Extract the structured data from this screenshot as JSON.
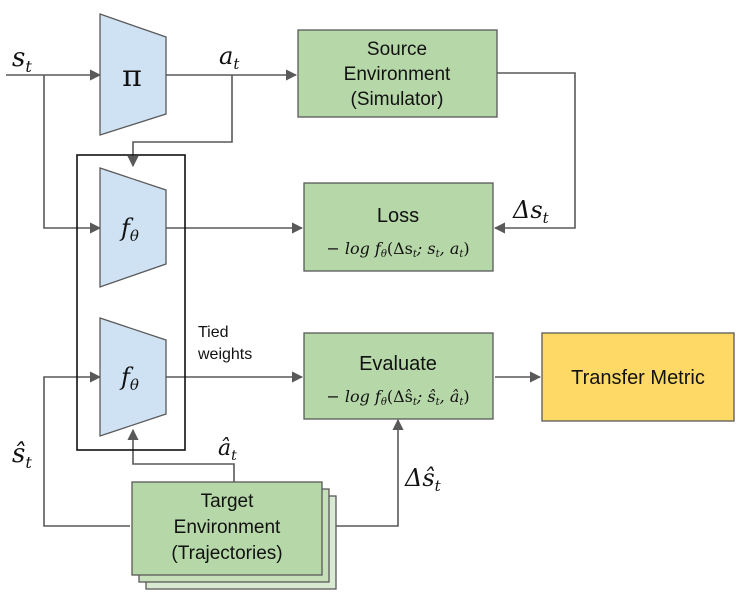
{
  "nodes": {
    "policy": {
      "label": "π"
    },
    "source_env": {
      "lines": [
        "Source",
        "Environment",
        "(Simulator)"
      ]
    },
    "f_theta_top": {
      "label": "f",
      "subscript": "θ"
    },
    "f_theta_bottom": {
      "label": "f",
      "subscript": "θ"
    },
    "loss": {
      "title": "Loss",
      "formula": "− log f",
      "formula_sub": "θ",
      "formula_args": "(Δs",
      "formula_args_sub": "t",
      "formula_rest": "; s",
      "formula_rest_sub": "t",
      "formula_end": ", a",
      "formula_end_sub": "t",
      "formula_close": ")"
    },
    "evaluate": {
      "title": "Evaluate",
      "formula": "− log f",
      "formula_sub": "θ",
      "formula_args": "(Δŝ",
      "formula_args_sub": "t",
      "formula_rest": "; ŝ",
      "formula_rest_sub": "t",
      "formula_end": ", â",
      "formula_end_sub": "t",
      "formula_close": ")"
    },
    "transfer_metric": {
      "label": "Transfer Metric"
    },
    "target_env": {
      "lines": [
        "Target",
        "Environment",
        "(Trajectories)"
      ]
    }
  },
  "labels": {
    "s_t": {
      "base": "s",
      "sub": "t"
    },
    "a_t": {
      "base": "a",
      "sub": "t"
    },
    "delta_s_t": {
      "base": "Δs",
      "sub": "t"
    },
    "s_hat_t": {
      "base": "ŝ",
      "sub": "t"
    },
    "a_hat_t": {
      "base": "â",
      "sub": "t"
    },
    "delta_s_hat_t": {
      "base": "Δŝ",
      "sub": "t"
    },
    "tied_weights": [
      "Tied",
      "weights"
    ]
  },
  "colors": {
    "green_box": "#b6d7a8",
    "blue_trap": "#cfe2f3",
    "yellow_box": "#ffd966",
    "edge": "#595959"
  }
}
